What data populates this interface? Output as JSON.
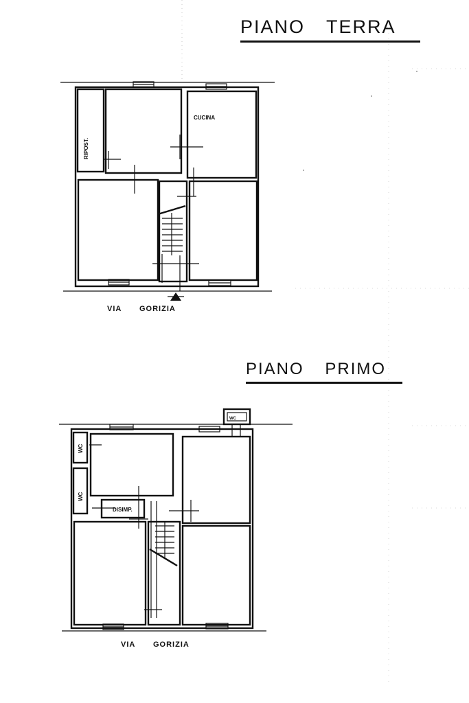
{
  "ground_floor": {
    "title": "PIANO TERRA",
    "street": "VIA GORIZIA",
    "rooms": {
      "storage": "RIPOST.",
      "kitchen": "CUCINA"
    }
  },
  "first_floor": {
    "title": "PIANO PRIMO",
    "street": "VIA GORIZIA",
    "rooms": {
      "wc_top": "WC",
      "wc_bottom": "WC",
      "shower": "DISIMP.",
      "wc_terrace": "WC"
    }
  }
}
